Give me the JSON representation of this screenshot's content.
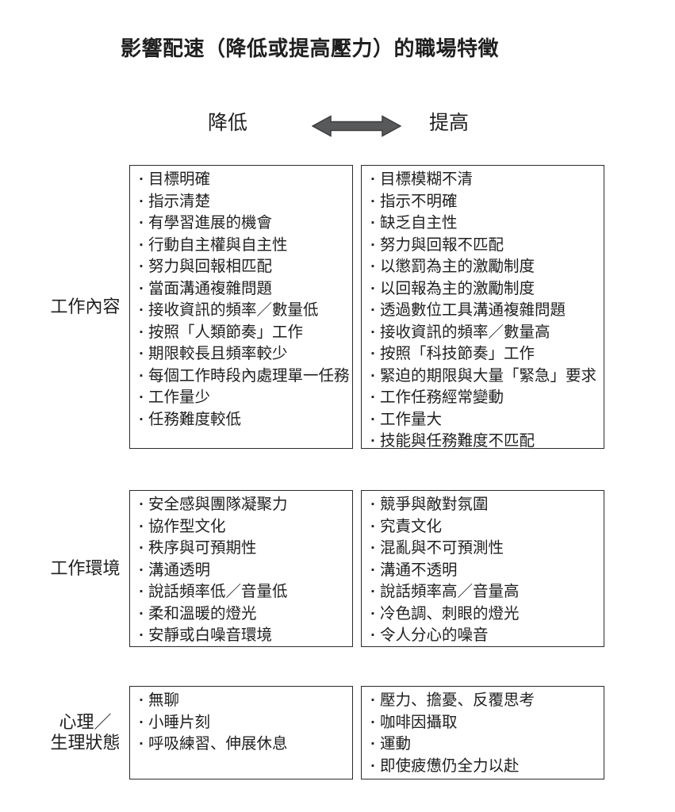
{
  "title": "影響配速（降低或提高壓力）的職場特徵",
  "bullet": "·",
  "headers": {
    "decrease": "降低",
    "increase": "提高"
  },
  "arrow": {
    "name": "double-headed-arrow",
    "fill_color": "#58595b",
    "stroke_color": "#3c3c3c"
  },
  "sections": [
    {
      "label": "工作內容",
      "label_lines": [
        "工作內容"
      ],
      "left_items": [
        "目標明確",
        "指示清楚",
        "有學習進展的機會",
        "行動自主權與自主性",
        "努力與回報相匹配",
        "當面溝通複雜問題",
        "接收資訊的頻率／數量低",
        "按照「人類節奏」工作",
        "期限較長且頻率較少",
        "每個工作時段內處理單一任務",
        "工作量少",
        "任務難度較低"
      ],
      "right_items": [
        "目標模糊不清",
        "指示不明確",
        "缺乏自主性",
        "努力與回報不匹配",
        "以懲罰為主的激勵制度",
        "以回報為主的激勵制度",
        "透過數位工具溝通複雜問題",
        "接收資訊的頻率／數量高",
        "按照「科技節奏」工作",
        "緊迫的期限與大量「緊急」要求",
        "工作任務經常變動",
        "工作量大",
        "技能與任務難度不匹配"
      ]
    },
    {
      "label": "工作環境",
      "label_lines": [
        "工作環境"
      ],
      "left_items": [
        "安全感與團隊凝聚力",
        "協作型文化",
        "秩序與可預期性",
        "溝通透明",
        "說話頻率低／音量低",
        "柔和溫暖的燈光",
        "安靜或白噪音環境"
      ],
      "right_items": [
        "競爭與敵對氛圍",
        "究責文化",
        "混亂與不可預測性",
        "溝通不透明",
        "說話頻率高／音量高",
        "冷色調、刺眼的燈光",
        "令人分心的噪音"
      ]
    },
    {
      "label": "心理／生理狀態",
      "label_lines": [
        "心理／",
        "生理狀態"
      ],
      "left_items": [
        "無聊",
        "小睡片刻",
        "呼吸練習、伸展休息"
      ],
      "right_items": [
        "壓力、擔憂、反覆思考",
        "咖啡因攝取",
        "運動",
        "即使疲憊仍全力以赴"
      ]
    }
  ]
}
